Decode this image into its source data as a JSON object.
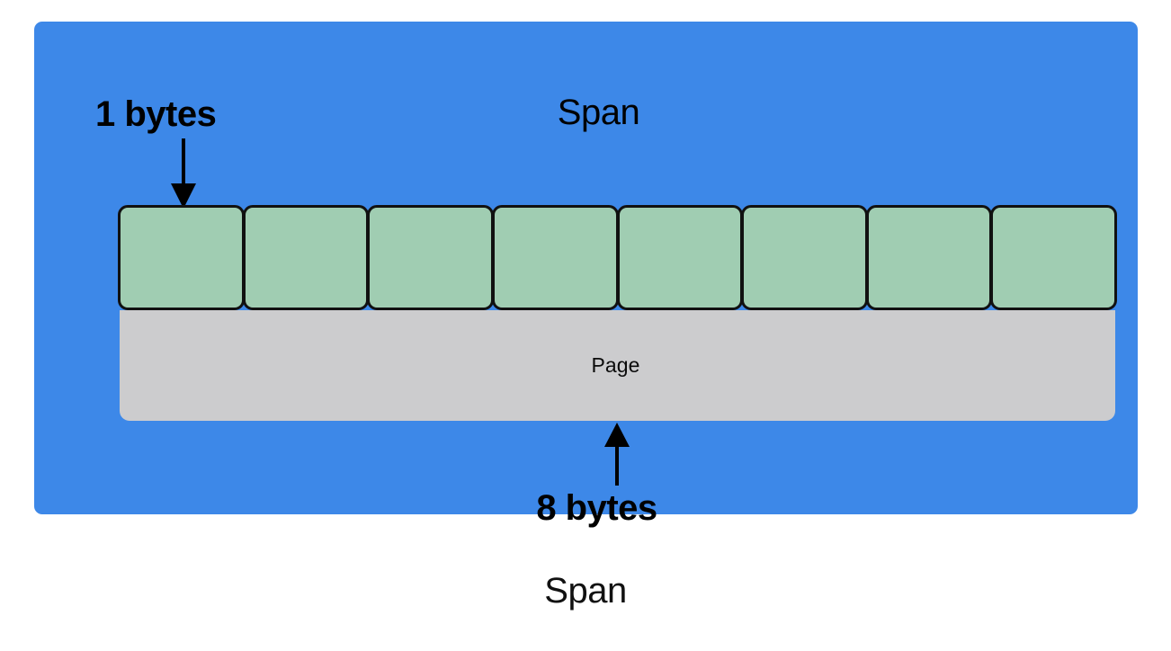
{
  "diagram": {
    "caption": "Span",
    "panel": {
      "title": "Span",
      "background_color": "#3d88e8"
    },
    "annotations": {
      "cell_size_label": "1 bytes",
      "page_size_label": "8 bytes",
      "cell_arrow_icon": "arrow-down-icon",
      "page_arrow_icon": "arrow-up-icon"
    },
    "byte_row": {
      "count": 8,
      "fill_color": "#a0cdb2",
      "border_color": "#111111",
      "cells": [
        {
          "label": ""
        },
        {
          "label": ""
        },
        {
          "label": ""
        },
        {
          "label": ""
        },
        {
          "label": ""
        },
        {
          "label": ""
        },
        {
          "label": ""
        },
        {
          "label": ""
        }
      ]
    },
    "page": {
      "label": "Page",
      "fill_color": "#ccccce"
    }
  }
}
